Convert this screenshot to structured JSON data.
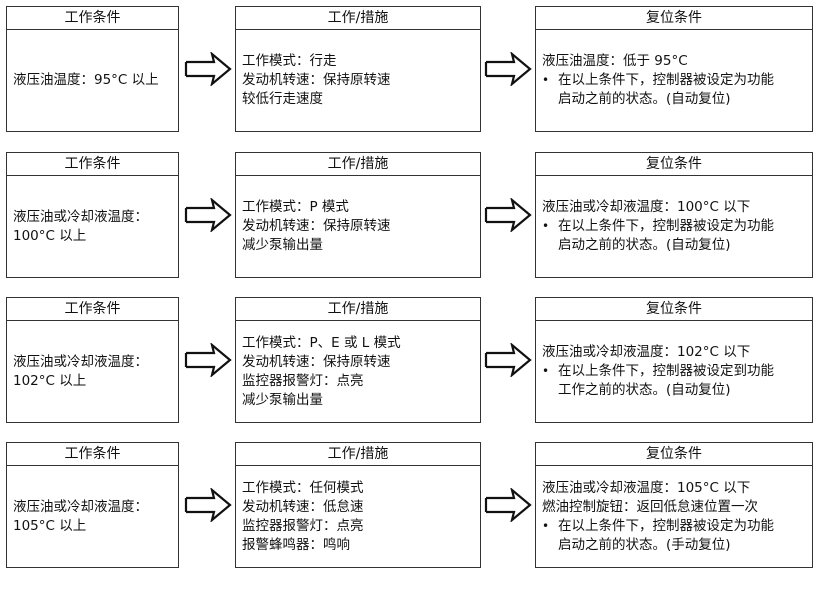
{
  "rows": [
    {
      "cond_header": "工作条件",
      "cond_lines": [
        "液压油温度：95°C 以上"
      ],
      "action_header": "工作/措施",
      "action_lines": [
        "工作模式：行走",
        "发动机转速：保持原转速",
        "较低行走速度"
      ],
      "reset_header": "复位条件",
      "reset_lines": [
        "液压油温度：低于 95°C"
      ],
      "reset_bullet": [
        "在以上条件下，控制器被设定为功能",
        "启动之前的状态。(自动复位)"
      ]
    },
    {
      "cond_header": "工作条件",
      "cond_lines": [
        "液压油或冷却液温度：",
        "100°C 以上"
      ],
      "action_header": "工作/措施",
      "action_lines": [
        "工作模式：P 模式",
        "发动机转速：保持原转速",
        "减少泵输出量"
      ],
      "reset_header": "复位条件",
      "reset_lines": [
        "液压油或冷却液温度：100°C 以下"
      ],
      "reset_bullet": [
        "在以上条件下，控制器被设定为功能",
        "启动之前的状态。(自动复位)"
      ]
    },
    {
      "cond_header": "工作条件",
      "cond_lines": [
        "液压油或冷却液温度：",
        "102°C 以上"
      ],
      "action_header": "工作/措施",
      "action_lines": [
        "工作模式：P、E 或 L 模式",
        "发动机转速：保持原转速",
        "监控器报警灯：点亮",
        "减少泵输出量"
      ],
      "reset_header": "复位条件",
      "reset_lines": [
        "液压油或冷却液温度：102°C 以下"
      ],
      "reset_bullet": [
        "在以上条件下，控制器被设定到功能",
        "工作之前的状态。(自动复位)"
      ]
    },
    {
      "cond_header": "工作条件",
      "cond_lines": [
        "液压油或冷却液温度：",
        "105°C 以上"
      ],
      "action_header": "工作/措施",
      "action_lines": [
        "工作模式：任何模式",
        "发动机转速：低怠速",
        "监控器报警灯：点亮",
        "报警蜂鸣器：鸣响"
      ],
      "reset_header": "复位条件",
      "reset_lines": [
        "液压油或冷却液温度：105°C 以下",
        "燃油控制旋钮：返回低怠速位置一次"
      ],
      "reset_bullet": [
        "在以上条件下，控制器被设定为功能",
        "启动之前的状态。(手动复位)"
      ]
    }
  ]
}
